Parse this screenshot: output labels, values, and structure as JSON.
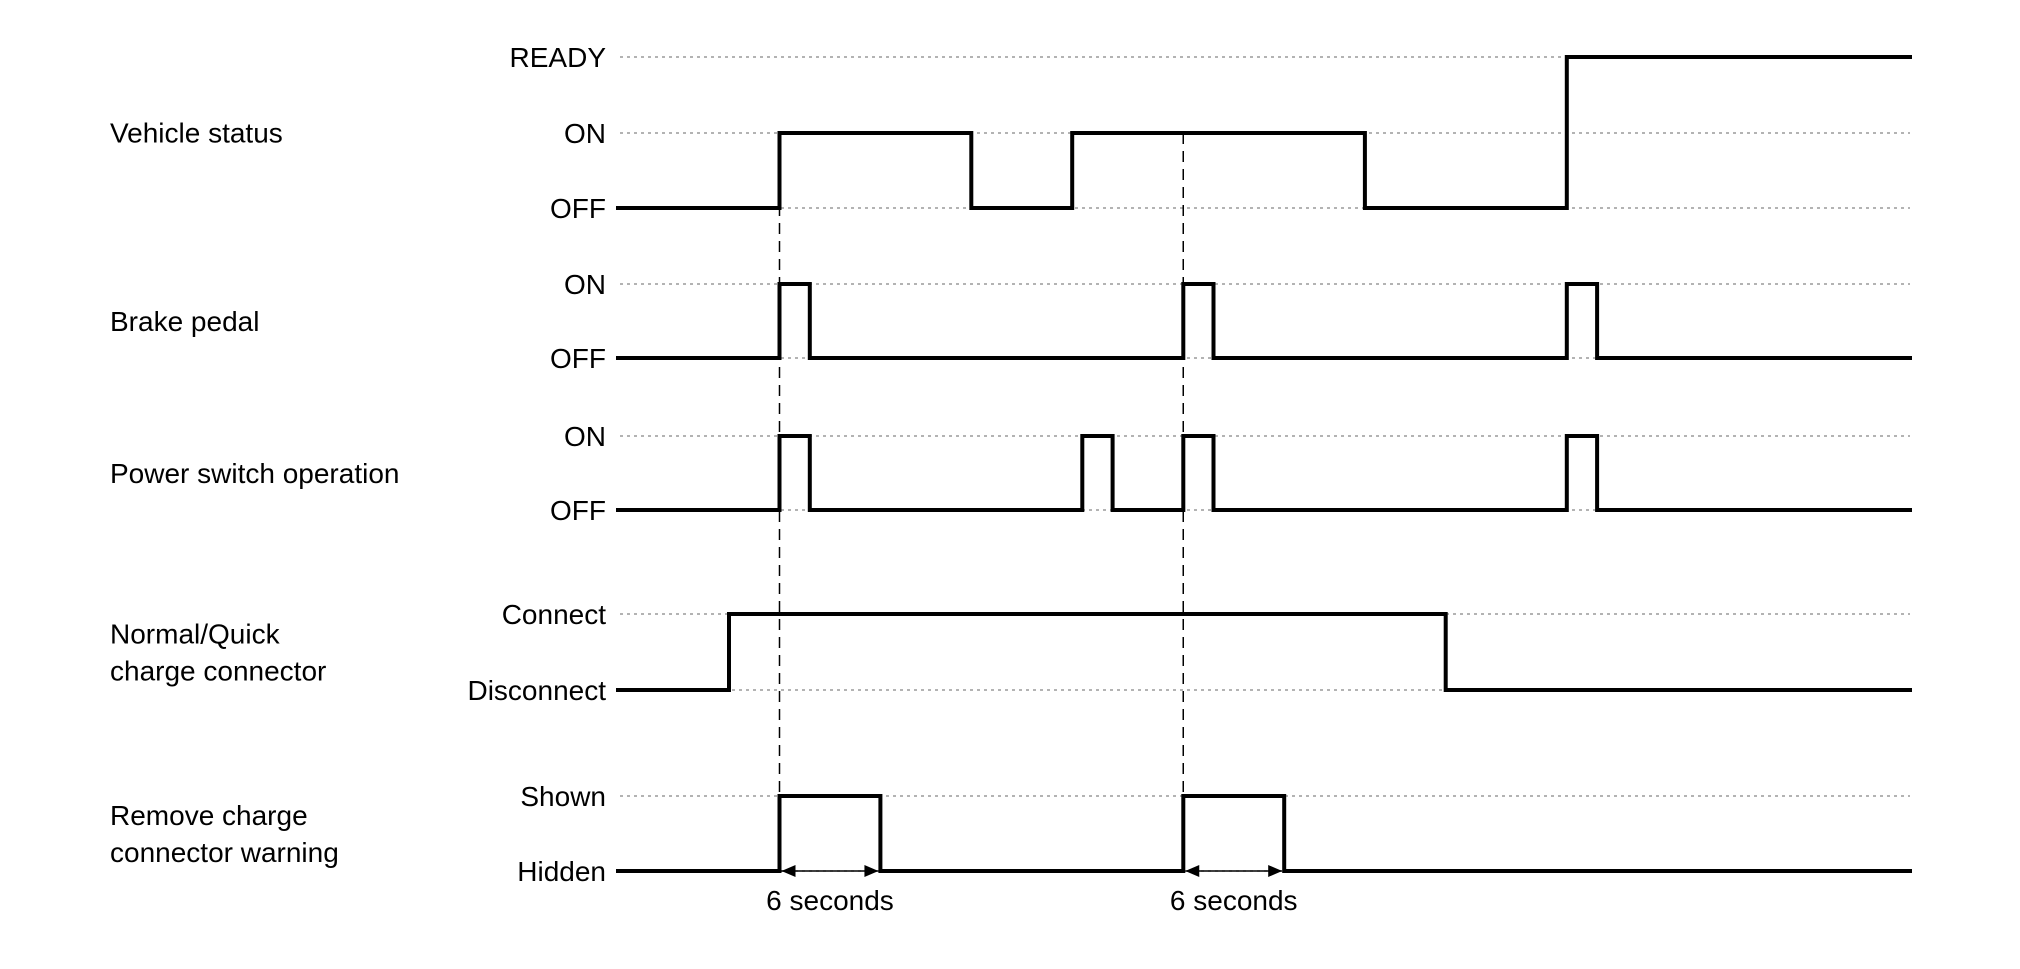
{
  "signals": [
    {
      "id": "vehicle-status",
      "name": [
        "Vehicle status"
      ],
      "states": [
        "READY",
        "ON",
        "OFF"
      ],
      "steps": [
        [
          "OFF",
          0
        ],
        [
          "ON",
          1.6
        ],
        [
          "OFF",
          3.5
        ],
        [
          "ON",
          4.5
        ],
        [
          "OFF",
          7.4
        ],
        [
          "READY",
          9.4
        ]
      ]
    },
    {
      "id": "brake-pedal",
      "name": [
        "Brake pedal"
      ],
      "states": [
        "ON",
        "OFF"
      ],
      "steps": [
        [
          "OFF",
          0
        ],
        [
          "ON",
          1.6
        ],
        [
          "OFF",
          1.9
        ],
        [
          "ON",
          5.6
        ],
        [
          "OFF",
          5.9
        ],
        [
          "ON",
          9.4
        ],
        [
          "OFF",
          9.7
        ]
      ]
    },
    {
      "id": "power-switch-operation",
      "name": [
        "Power switch operation"
      ],
      "states": [
        "ON",
        "OFF"
      ],
      "steps": [
        [
          "OFF",
          0
        ],
        [
          "ON",
          1.6
        ],
        [
          "OFF",
          1.9
        ],
        [
          "ON",
          4.6
        ],
        [
          "OFF",
          4.9
        ],
        [
          "ON",
          5.6
        ],
        [
          "OFF",
          5.9
        ],
        [
          "ON",
          9.4
        ],
        [
          "OFF",
          9.7
        ]
      ]
    },
    {
      "id": "charge-connector",
      "name": [
        "Normal/Quick",
        "charge connector"
      ],
      "states": [
        "Connect",
        "Disconnect"
      ],
      "steps": [
        [
          "Disconnect",
          0
        ],
        [
          "Connect",
          1.1
        ],
        [
          "Disconnect",
          8.2
        ]
      ]
    },
    {
      "id": "remove-charge-connector-warning",
      "name": [
        "Remove charge",
        "connector warning"
      ],
      "states": [
        "Shown",
        "Hidden"
      ],
      "steps": [
        [
          "Hidden",
          0
        ],
        [
          "Shown",
          1.6
        ],
        [
          "Hidden",
          2.6
        ],
        [
          "Shown",
          5.6
        ],
        [
          "Hidden",
          6.6
        ]
      ]
    }
  ],
  "markers": [
    1.6,
    5.6
  ],
  "durations": [
    {
      "start": 1.6,
      "end": 2.6,
      "label": "6 seconds"
    },
    {
      "start": 5.6,
      "end": 6.6,
      "label": "6 seconds"
    }
  ],
  "time_range": [
    0,
    12.8
  ],
  "colors": {
    "signal": "#000000",
    "guide": "#9a9a9a",
    "background": "#ffffff"
  }
}
